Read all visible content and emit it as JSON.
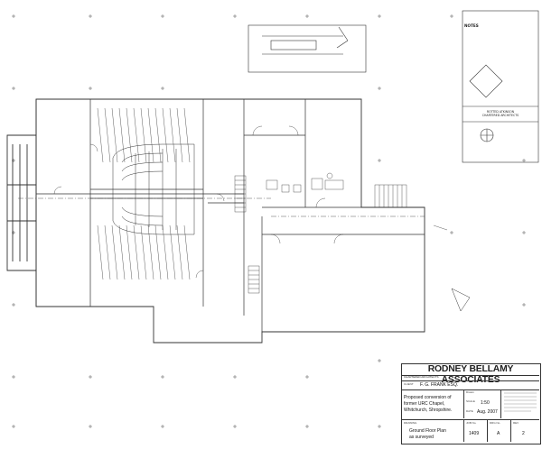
{
  "title_block": {
    "firm_name": "RODNEY BELLAMY ASSOCIATES",
    "firm_tagline": "CHARTERED ARCHITECTS",
    "client_label": "CLIENT",
    "client": "F. G. FRANK ESQ.",
    "project_lines": [
      "Proposed conversion of",
      "former URC Chapel,",
      "Whitchurch, Shropshire."
    ],
    "drawn_label": "Drawn",
    "scale_label": "SCALE",
    "scale": "1:50",
    "date_label": "DATE",
    "date": "Aug. 2007",
    "drawing_label": "DRAWING",
    "drawing_lines": [
      "Ground Floor Plan",
      "as surveyed"
    ],
    "job_no_label": "JOB No.",
    "job_no": "1409",
    "drg_no_label": "DRG No.",
    "drg_no": "A",
    "rev_label": "REV",
    "rev": "2"
  },
  "notes_panel": {
    "heading": "NOTES"
  },
  "stamp": {
    "company": "ROTTED ATKINSON",
    "qualification": "CHARTERED ARCHITECTS"
  }
}
